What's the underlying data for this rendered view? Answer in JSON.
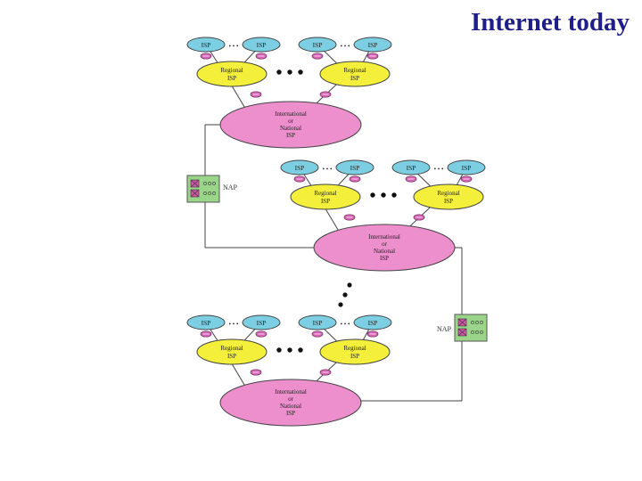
{
  "title": "Internet today",
  "labels": {
    "isp": "ISP",
    "regional_line1": "Regional",
    "regional_line2": "ISP",
    "intl_lines": [
      "International",
      "or",
      "National",
      "ISP"
    ],
    "nap": "NAP",
    "ellipsis": "• • •"
  },
  "colors": {
    "title": "#1f1f8a",
    "local_isp": "#7ccfe3",
    "regional_isp": "#f3ef3a",
    "international_isp": "#ee8fcd",
    "router": "#d866b8",
    "nap_box": "#9bd58a",
    "switch": "#d058a8"
  },
  "icons": [
    "router-icon",
    "switch-icon"
  ]
}
